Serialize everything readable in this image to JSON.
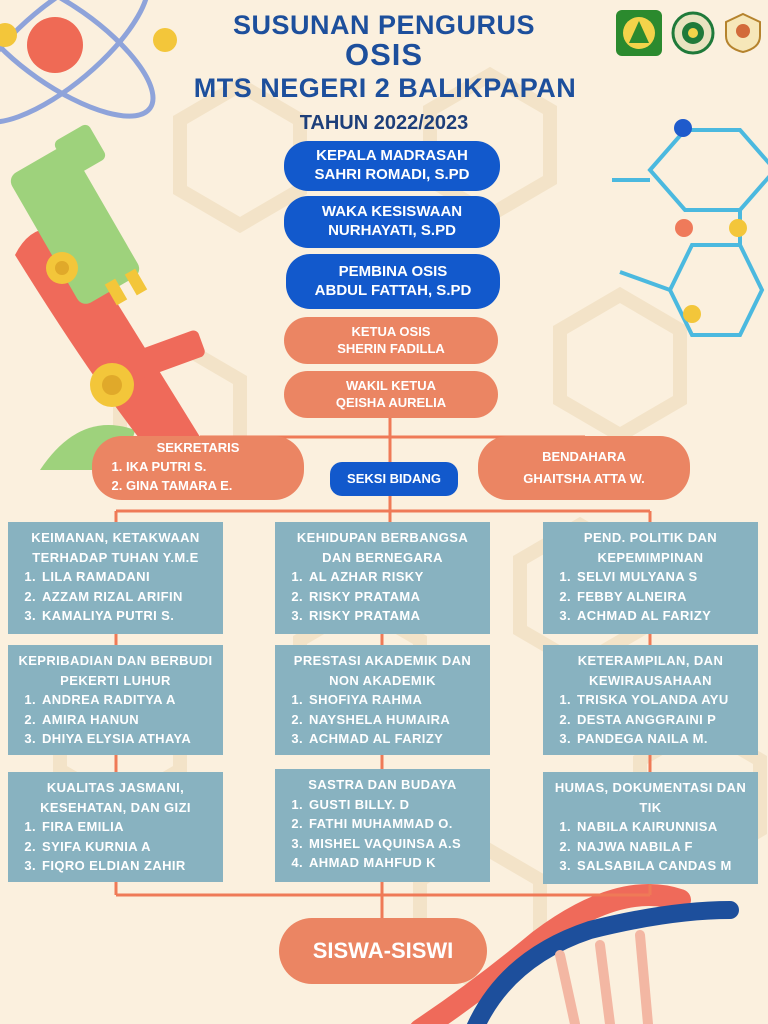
{
  "header": {
    "line1": "SUSUNAN PENGURUS",
    "line2": "OSIS",
    "line3": "MTS NEGERI 2 BALIKPAPAN",
    "line4": "TAHUN 2022/2023"
  },
  "chain": [
    {
      "role": "KEPALA MADRASAH",
      "name": "SAHRI ROMADI, S.PD"
    },
    {
      "role": "WAKA KESISWAAN",
      "name": "NURHAYATI, S.PD"
    },
    {
      "role": "PEMBINA OSIS",
      "name": "ABDUL FATTAH, S.PD"
    },
    {
      "role": "KETUA OSIS",
      "name": "SHERIN FADILLA"
    },
    {
      "role": "WAKIL KETUA",
      "name": "QEISHA AURELIA"
    }
  ],
  "sekretaris": {
    "title": "SEKRETARIS",
    "members": [
      "IKA PUTRI S.",
      "GINA TAMARA E."
    ]
  },
  "seksi_bidang": "SEKSI BIDANG",
  "bendahara": {
    "title": "BENDAHARA",
    "name": "GHAITSHA ATTA W."
  },
  "divisions": [
    {
      "title": "KEIMANAN, KETAKWAAN TERHADAP TUHAN Y.M.E",
      "members": [
        "LILA RAMADANI",
        "AZZAM RIZAL ARIFIN",
        "KAMALIYA PUTRI S."
      ]
    },
    {
      "title": "KEHIDUPAN  BERBANGSA DAN BERNEGARA",
      "members": [
        "AL AZHAR RISKY",
        "RISKY PRATAMA",
        "RISKY PRATAMA"
      ]
    },
    {
      "title": "PEND. POLITIK DAN KEPEMIMPINAN",
      "members": [
        "SELVI MULYANA S",
        "FEBBY ALNEIRA",
        "ACHMAD AL FARIZY"
      ]
    },
    {
      "title": "KEPRIBADIAN DAN BERBUDI PEKERTI LUHUR",
      "members": [
        "ANDREA RADITYA A",
        "AMIRA HANUN",
        "DHIYA ELYSIA ATHAYA"
      ]
    },
    {
      "title": "PRESTASI AKADEMIK DAN NON AKADEMIK",
      "members": [
        "SHOFIYA RAHMA",
        "NAYSHELA HUMAIRA",
        "ACHMAD AL FARIZY"
      ]
    },
    {
      "title": "KETERAMPILAN, DAN KEWIRAUSAHAAN",
      "members": [
        "TRISKA YOLANDA AYU",
        "DESTA ANGGRAINI P",
        "PANDEGA NAILA M."
      ]
    },
    {
      "title": "KUALITAS JASMANI, KESEHATAN, DAN GIZI",
      "members": [
        "FIRA EMILIA",
        "SYIFA KURNIA A",
        "FIQRO ELDIAN ZAHIR"
      ]
    },
    {
      "title": "SASTRA DAN BUDAYA",
      "members": [
        "GUSTI BILLY. D",
        "FATHI MUHAMMAD O.",
        "MISHEL VAQUINSA A.S",
        "AHMAD MAHFUD K"
      ]
    },
    {
      "title": "HUMAS, DOKUMENTASI DAN TIK",
      "members": [
        "NABILA KAIRUNNISA",
        "NAJWA NABILA F",
        "SALSABILA CANDAS M"
      ]
    }
  ],
  "footer": "SISWA-SISWI",
  "colors": {
    "blue": "#1259cc",
    "orange": "#eb8563",
    "teal": "#88b2c0",
    "navy_text": "#1d4f9c",
    "background": "#fbf0de"
  },
  "icons": [
    "atom-icon",
    "microscope-icon",
    "molecule-icon",
    "dna-icon",
    "logo-kemenag-icon",
    "logo-madrasah-icon",
    "logo-osis-icon"
  ]
}
